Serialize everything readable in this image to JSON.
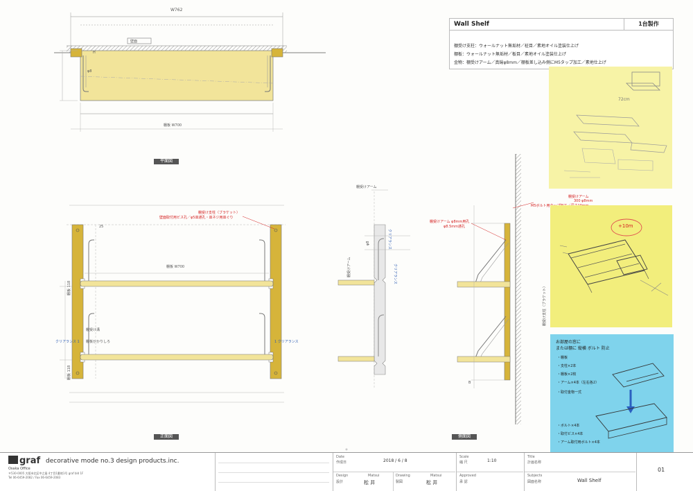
{
  "drawing": {
    "top_view": {
      "dim_total": "W762",
      "wall_label": "壁面",
      "dim_shelf": "棚板 W700",
      "dim_h": "H",
      "dim_phi": "φ8",
      "view_label": "平面図"
    },
    "front_view": {
      "annot_bracket_line1": "棚受け支柱（ブラケット）",
      "annot_bracket_line2": "壁面取付用ビス孔／φ5皿通孔・皿ネジ用皿ぐり",
      "dim_shelf": "棚板 W700",
      "dim_height_upper": "棚板 118",
      "dim_height_lower": "棚板 118",
      "label_receiver": "棚受け溝",
      "label_hanger": "棚板かかりしろ",
      "clearance_left": "クリアランス 1",
      "clearance_right": "1 クリアランス",
      "dim_top": "25",
      "view_label": "正面図"
    },
    "middle_view": {
      "label_arm": "棚受けアーム",
      "label_arm_side": "棚受けアーム",
      "label_clear_1": "クリアランス",
      "label_clear_2": "クリアランス",
      "dim_phi": "φ8"
    },
    "side_view": {
      "annot_arm_line1": "棚受けアーム φ8mm用孔",
      "annot_arm_line2": "φ8.5mm通孔",
      "annot_top_line1": "棚受けアーム",
      "annot_top_line2": "300 φ8mm",
      "annot_top_line3": "M5ボルト用タップ加工／深さ10mm",
      "label_bracket_vertical": "棚受け支柱（ブラケット）",
      "dim_b": "B",
      "view_label": "側面図"
    }
  },
  "info_box": {
    "title": "Wall Shelf",
    "quantity": "1台製作",
    "specs": [
      "棚受け支柱：ウォールナット無垢材／柾目／素地オイル塗装仕上げ",
      "棚板：ウォールナット無垢材／板目／素地オイル塗装仕上げ",
      "金物：棚受けアーム／真鍮φ8mm／棚板差し込み側にM5タップ加工／素地仕上げ"
    ]
  },
  "notes": {
    "pink_note": "+10m",
    "yellow_note": "72cm",
    "blue_note": {
      "heading_1": "お部屋の窓に",
      "heading_2": "または棚に 縦横 ボルト 防止",
      "items": [
        "・棚板",
        "・支柱×2本",
        "・棚板×2枚",
        "・アーム×4本（左右各2）",
        "・取付金物一式"
      ],
      "items_bottom": [
        "・ボルト×4本",
        "・取付ビス×4本",
        "・アーム取付用ボルト×4本"
      ]
    }
  },
  "footer": {
    "company": "decorative mode no.3 design products.inc.",
    "logo": "graf",
    "office": "Osaka Office",
    "address_line1": "〒530-0005  大阪市北区中之島 4丁目1番地1号 graf bld 1F",
    "address_line2": "Tel 06-6459-2082 / Fax 06-6459-2083",
    "date_label": "Date",
    "date_label_jp": "作成日",
    "date_value": "2018 / 6 / 8",
    "scale_label": "Scale",
    "scale_label_jp": "縮 尺",
    "scale_value": "1:10",
    "title_label": "Title",
    "title_label_jp": "計画名称",
    "design_label": "Design",
    "design_label_jp": "設計",
    "design_romaji": "Matsui",
    "design_value": "松 井",
    "drawing_label": "Drawing",
    "drawing_label_jp": "製図",
    "drawing_romaji": "Matsui",
    "drawing_value": "松 井",
    "approved_label": "Approved",
    "approved_label_jp": "承 認",
    "subjects_label": "Subjects",
    "subjects_label_jp": "図面名称",
    "subjects_value": "Wall Shelf",
    "page_number": "01"
  },
  "colors": {
    "wood": "#f2e49a",
    "wood_dark": "#d6b43a",
    "line": "#666666",
    "red_annot": "#d42020",
    "blue_annot": "#2e5db3",
    "sticky_yellow": "#f7f3a6",
    "sticky_lime": "#f2ee7c",
    "sticky_blue": "#7fd3ec"
  }
}
